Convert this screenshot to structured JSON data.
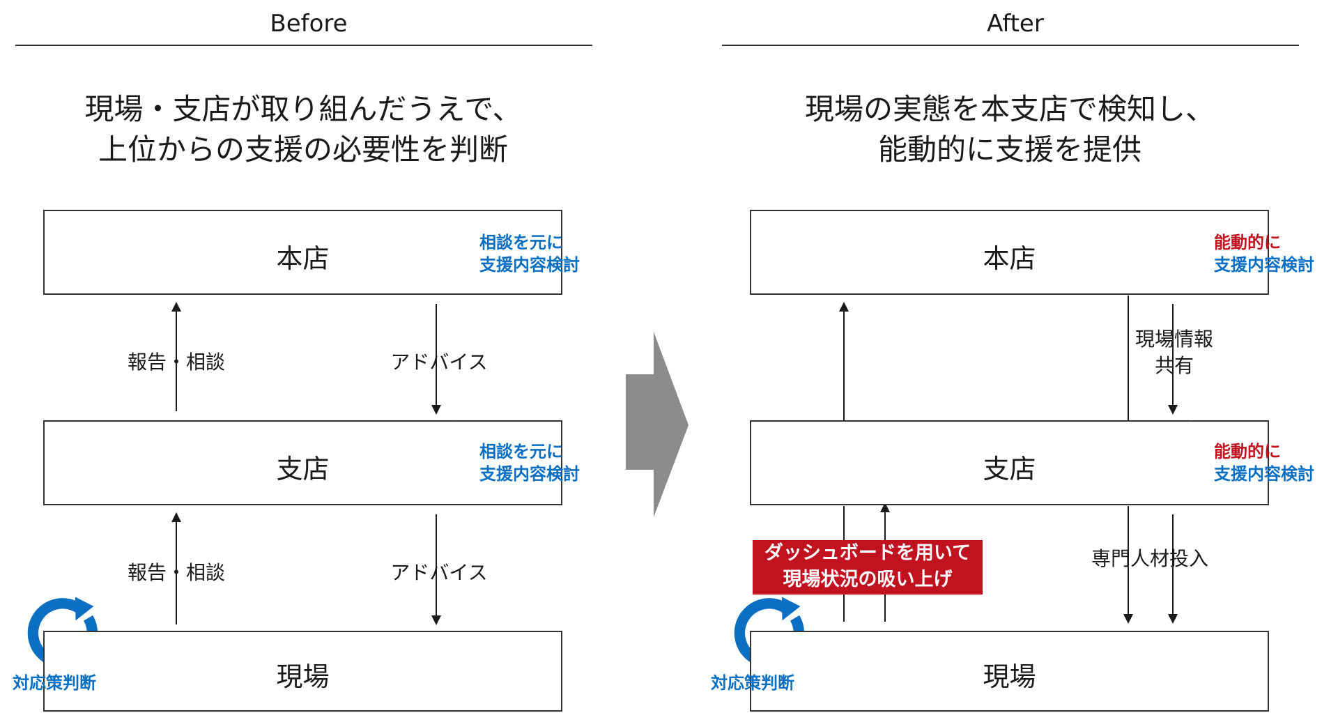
{
  "before": {
    "header": "Before",
    "subtitle_lines": [
      "現場・支店が取り組んだうえで、",
      "上位からの支援の必要性を判断"
    ],
    "boxes": {
      "top": "本店",
      "middle": "支店",
      "bottom": "現場"
    },
    "notes": {
      "top": [
        "相談を元に",
        "支援内容検討"
      ],
      "middle": [
        "相談を元に",
        "支援内容検討"
      ],
      "bottom": "対応策判断"
    },
    "arrows": {
      "up_1": "報告・相談",
      "down_1": "アドバイス",
      "up_2": "報告・相談",
      "down_2": "アドバイス"
    }
  },
  "after": {
    "header": "After",
    "subtitle_lines": [
      "現場の実態を本支店で検知し、",
      "能動的に支援を提供"
    ],
    "boxes": {
      "top": "本店",
      "middle": "支店",
      "bottom": "現場"
    },
    "notes": {
      "top": [
        "能動的に",
        "支援内容検討"
      ],
      "middle": [
        "能動的に",
        "支援内容検討"
      ],
      "bottom": "対応策判断"
    },
    "arrows": {
      "share": [
        "現場情報",
        "共有"
      ],
      "dispatch": "専門人材投入"
    },
    "banner": [
      "ダッシュボードを用いて",
      "現場状況の吸い上げ"
    ]
  },
  "colors": {
    "blue": "#0a6fc2",
    "red": "#c0121f",
    "gray_arrow": "#8c8c8c"
  },
  "icons": [
    "cycle-arrow-icon"
  ]
}
